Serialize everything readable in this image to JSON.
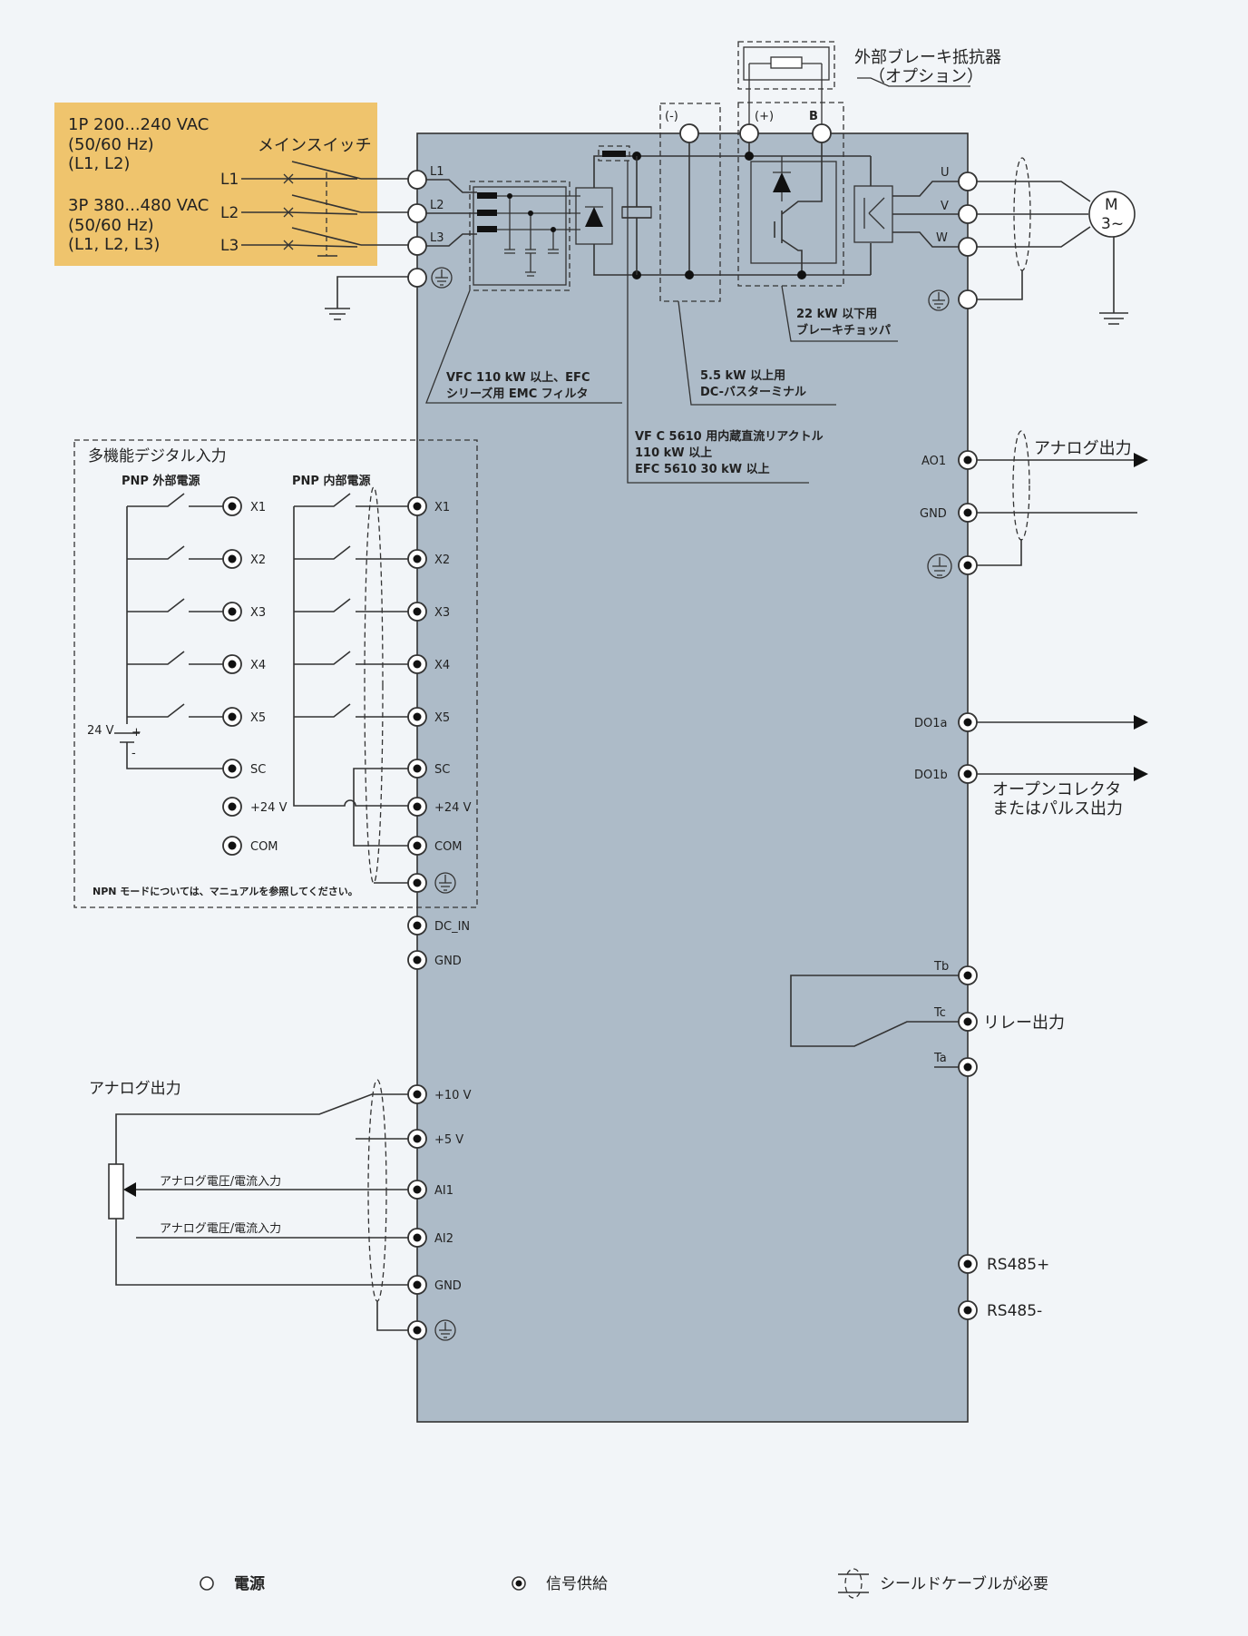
{
  "power_input": {
    "single_phase": [
      "1P 200...240 VAC",
      "(50/60 Hz)",
      "(L1, L2)"
    ],
    "three_phase": [
      "3P 380...480 VAC",
      "(50/60 Hz)",
      "(L1, L2, L3)"
    ],
    "main_switch": "メインスイッチ",
    "lines": [
      "L1",
      "L2",
      "L3"
    ]
  },
  "brake_resistor": [
    "外部ブレーキ抵抗器",
    "（オプション）"
  ],
  "dc_terminals": {
    "minus": "(-)",
    "plus": "(+)",
    "brake": "B"
  },
  "output_terminals": [
    "U",
    "V",
    "W"
  ],
  "motor": {
    "label": "M",
    "phase": "3~"
  },
  "notes": {
    "emc_filter": [
      "VFC 110 kW  以上、EFC",
      "シリーズ用 EMC フィルタ"
    ],
    "dc_reactor": [
      "VF C 5610  用内蔵直流リアクトル",
      "110 kW 以上",
      "EFC 5610 30 kW  以上"
    ],
    "dc_bus": [
      "5.5 kW 以上用",
      "DC-バスターミナル"
    ],
    "brake_chopper": [
      "22 kW 以下用",
      "ブレーキチョッパ"
    ]
  },
  "digital_inputs": {
    "title": "多機能デジタル入力",
    "pnp_external": "PNP 外部電源",
    "pnp_internal": "PNP 内部電源",
    "ext_terminals": [
      "X1",
      "X2",
      "X3",
      "X4",
      "X5",
      "SC",
      "+24 V",
      "COM"
    ],
    "voltage": "24 V",
    "plus": "+",
    "minus": "-",
    "npn_note": "NPN モードについては、マニュアルを参照してください。"
  },
  "inverter_terminals_left": [
    "X1",
    "X2",
    "X3",
    "X4",
    "X5",
    "SC",
    "+24 V",
    "COM",
    "DC_IN",
    "GND",
    "+10 V",
    "+5 V",
    "AI1",
    "AI2",
    "GND"
  ],
  "analog_in": {
    "title": "アナログ出力",
    "ai1_label": "アナログ電圧/電流入力",
    "ai2_label": "アナログ電圧/電流入力"
  },
  "right_terminals": {
    "ao1": "AO1",
    "gnd": "GND",
    "analog_out_label": "アナログ出力",
    "do1a": "DO1a",
    "do1b": "DO1b",
    "open_collector": [
      "オープンコレクタ",
      "またはパルス出力"
    ],
    "tb": "Tb",
    "tc": "Tc",
    "ta": "Ta",
    "relay": "リレー出力",
    "rs485p": "RS485+",
    "rs485m": "RS485-"
  },
  "legend": {
    "power": "電源",
    "signal": "信号供給",
    "shield": "シールドケーブルが必要"
  },
  "colors": {
    "power_box": "#efc46d",
    "inverter": "#adbbc8",
    "background": "#f2f5f8"
  }
}
